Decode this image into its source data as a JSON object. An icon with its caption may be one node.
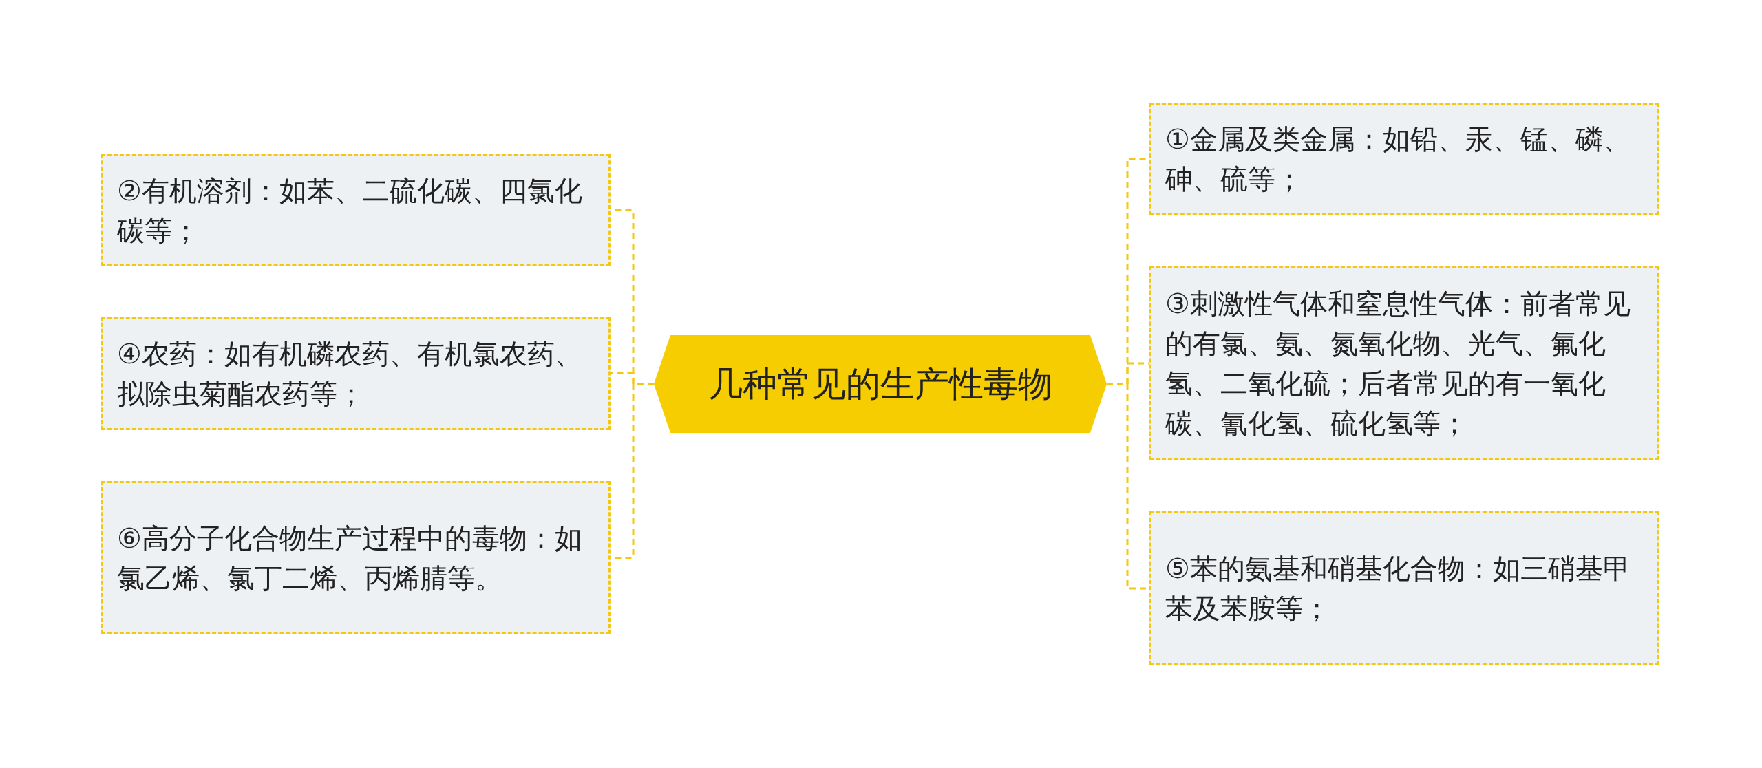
{
  "diagram": {
    "nodes": [
      {
        "text": [
          "几种常见的生产性毒物"
        ]
      },
      {
        "text": [
          "①金属及类金属：如铅、汞、锰、磷、砷、硫等；"
        ]
      },
      {
        "text": [
          "②有机溶剂：如苯、二硫化碳、四氯化碳等；"
        ]
      },
      {
        "text": [
          "③刺激性气体和窒息性气体：前者常见的有氯、氨、氮氧化物、光气、氟化氢、二氧化硫；后者常见的有一氧化碳、氰化氢、硫化氢等；"
        ]
      },
      {
        "text": [
          "④农药：如有机磷农药、有机氯农药、拟除虫菊酯农药等；"
        ]
      },
      {
        "text": [
          "⑤苯的氨基和硝基化合物：如三硝基甲苯及苯胺等；"
        ]
      },
      {
        "text": [
          "⑥高分子化合物生产过程中的毒物：如氯乙烯、氯丁二烯、丙烯腈等。"
        ]
      }
    ],
    "edges": [
      {
        "from": 0,
        "to": 1,
        "arrow": "none",
        "style": "dashed"
      },
      {
        "from": 0,
        "to": 2,
        "arrow": "none",
        "style": "dashed"
      },
      {
        "from": 0,
        "to": 3,
        "arrow": "none",
        "style": "dashed"
      },
      {
        "from": 0,
        "to": 4,
        "arrow": "none",
        "style": "dashed"
      },
      {
        "from": 0,
        "to": 5,
        "arrow": "none",
        "style": "dashed"
      },
      {
        "from": 0,
        "to": 6,
        "arrow": "none",
        "style": "dashed"
      }
    ]
  }
}
